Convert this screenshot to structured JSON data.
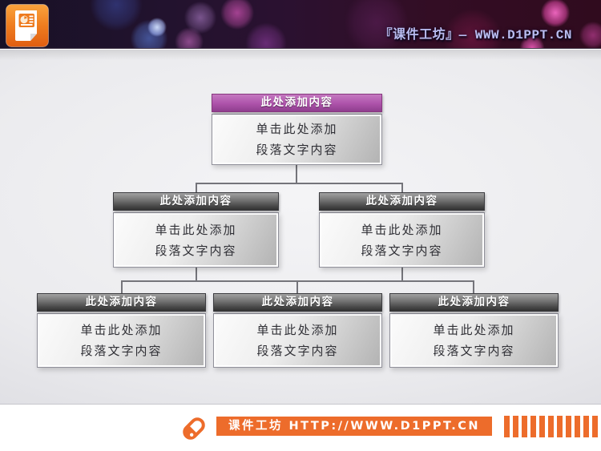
{
  "banner": {
    "brand_text": "『课件工坊』— WWW.D1PPT.CN",
    "brand_color": "#b9bcf0",
    "logo": "powerpoint-icon",
    "background_style": "dark purple-magenta bokeh photo"
  },
  "org": {
    "type": "org-chart",
    "connector_color": "#74747a",
    "accent_purple": "#ad52aa",
    "header_gray": "#484848",
    "nodes": [
      {
        "id": "root",
        "level": 1,
        "parent": null,
        "title": "此处添加内容",
        "body": "单击此处添加\n段落文字内容",
        "header_style": "purple"
      },
      {
        "id": "left",
        "level": 2,
        "parent": "root",
        "title": "此处添加内容",
        "body": "单击此处添加\n段落文字内容",
        "header_style": "gray"
      },
      {
        "id": "right",
        "level": 2,
        "parent": "root",
        "title": "此处添加内容",
        "body": "单击此处添加\n段落文字内容",
        "header_style": "gray"
      },
      {
        "id": "child-1",
        "level": 3,
        "parent": "rail",
        "title": "此处添加内容",
        "body": "单击此处添加\n段落文字内容",
        "header_style": "gray"
      },
      {
        "id": "child-2",
        "level": 3,
        "parent": "rail",
        "title": "此处添加内容",
        "body": "单击此处添加\n段落文字内容",
        "header_style": "gray"
      },
      {
        "id": "child-3",
        "level": 3,
        "parent": "rail",
        "title": "此处添加内容",
        "body": "单击此处添加\n段落文字内容",
        "header_style": "gray"
      }
    ]
  },
  "footer": {
    "site_label": "课件工坊 HTTP://WWW.D1PPT.CN",
    "orange": "#ed6c2b",
    "bars_count": 11,
    "icon": "link-pill-icon"
  }
}
